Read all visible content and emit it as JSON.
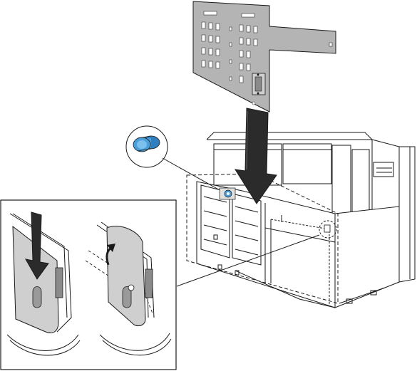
{
  "figure": {
    "components": [
      {
        "id": "mounting-plate",
        "icon": "perforated-plate"
      },
      {
        "id": "chassis-cage",
        "icon": "drive-cage"
      },
      {
        "id": "thumbscrew-callout",
        "icon": "blue-thumbscrew"
      },
      {
        "id": "detail-inset-push",
        "icon": "push-down-arrow"
      },
      {
        "id": "detail-inset-rotate",
        "icon": "curved-arrow"
      }
    ],
    "colors": {
      "plate": "#b4b4b4",
      "plate_dark": "#8a8a8a",
      "tab": "#cfcfcf",
      "arrow": "#2b2b2b",
      "screw": "#4a9fd8",
      "line": "#1a1a1a"
    }
  }
}
